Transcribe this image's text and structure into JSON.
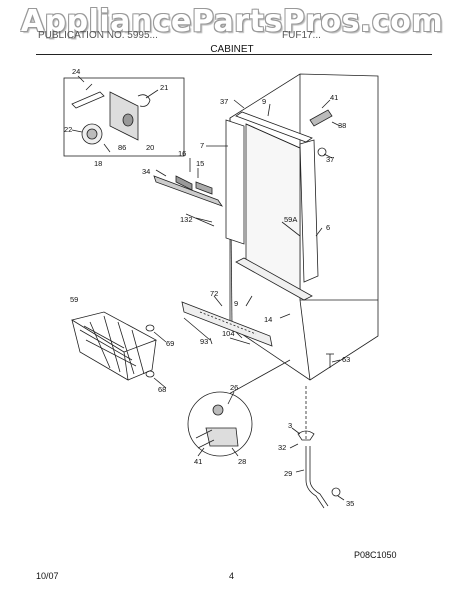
{
  "watermark": "AppliancePartsPros.com",
  "header": {
    "left": "PUBLICATION NO. 5995...",
    "right": "FUF17...",
    "title": "CABINET"
  },
  "footer": {
    "date": "10/07",
    "page": "4",
    "diagram_code": "P08C1050"
  },
  "callouts": {
    "c24": "24",
    "c21": "21",
    "c22": "22",
    "c86": "86",
    "c20": "20",
    "c18": "18",
    "c16": "16",
    "c15": "15",
    "c7": "7",
    "c34": "34",
    "c132": "132",
    "c37a": "37",
    "c9a": "9",
    "c41": "41",
    "c38": "38",
    "c37b": "37",
    "c59a": "59A",
    "c6": "6",
    "c72": "72",
    "c9b": "9",
    "c14": "14",
    "c104": "104",
    "c93": "93",
    "c59": "59",
    "c69": "69",
    "c68": "68",
    "c63": "63",
    "c26": "26",
    "c41b": "41",
    "c28": "28",
    "c3": "3",
    "c32": "32",
    "c29": "29",
    "c35": "35"
  }
}
